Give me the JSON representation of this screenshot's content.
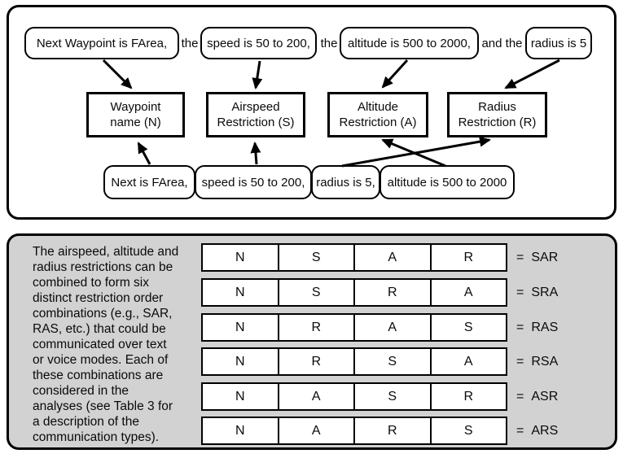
{
  "figure": {
    "colors": {
      "background": "#ffffff",
      "panel_gray": "#d2d2d2",
      "line": "#000000"
    },
    "voice_message": {
      "segments": [
        {
          "text": "Next Waypoint is FArea,",
          "boxed": true
        },
        {
          "text": "the",
          "boxed": false
        },
        {
          "text": "speed is 50 to 200,",
          "boxed": true
        },
        {
          "text": "the",
          "boxed": false
        },
        {
          "text": "altitude is 500 to 2000,",
          "boxed": true
        },
        {
          "text": "and the",
          "boxed": false
        },
        {
          "text": "radius is 5",
          "boxed": true
        }
      ]
    },
    "categories": [
      {
        "label": "Waypoint\nname (N)"
      },
      {
        "label": "Airspeed\nRestriction (S)"
      },
      {
        "label": "Altitude\nRestriction (A)"
      },
      {
        "label": "Radius\nRestriction (R)"
      }
    ],
    "text_message": {
      "segments": [
        {
          "text": "Next is FArea,"
        },
        {
          "text": "speed is 50 to 200,"
        },
        {
          "text": "radius is 5,"
        },
        {
          "text": "altitude is 500 to 2000"
        }
      ]
    },
    "caption": "The airspeed, altitude and\nradius restrictions can be\ncombined to form six\ndistinct restriction order\ncombinations (e.g., SAR,\nRAS, etc.) that could be\ncommunicated over text\nor voice modes. Each of\nthese combinations are\nconsidered in the\nanalyses (see Table 3 for\na description of the\ncommunication types).",
    "combinations": {
      "rows": [
        {
          "cells": [
            "N",
            "S",
            "A",
            "R"
          ],
          "eq": "=",
          "result": "SAR"
        },
        {
          "cells": [
            "N",
            "S",
            "R",
            "A"
          ],
          "eq": "=",
          "result": "SRA"
        },
        {
          "cells": [
            "N",
            "R",
            "A",
            "S"
          ],
          "eq": "=",
          "result": "RAS"
        },
        {
          "cells": [
            "N",
            "R",
            "S",
            "A"
          ],
          "eq": "=",
          "result": "RSA"
        },
        {
          "cells": [
            "N",
            "A",
            "S",
            "R"
          ],
          "eq": "=",
          "result": "ASR"
        },
        {
          "cells": [
            "N",
            "A",
            "R",
            "S"
          ],
          "eq": "=",
          "result": "ARS"
        }
      ]
    }
  }
}
